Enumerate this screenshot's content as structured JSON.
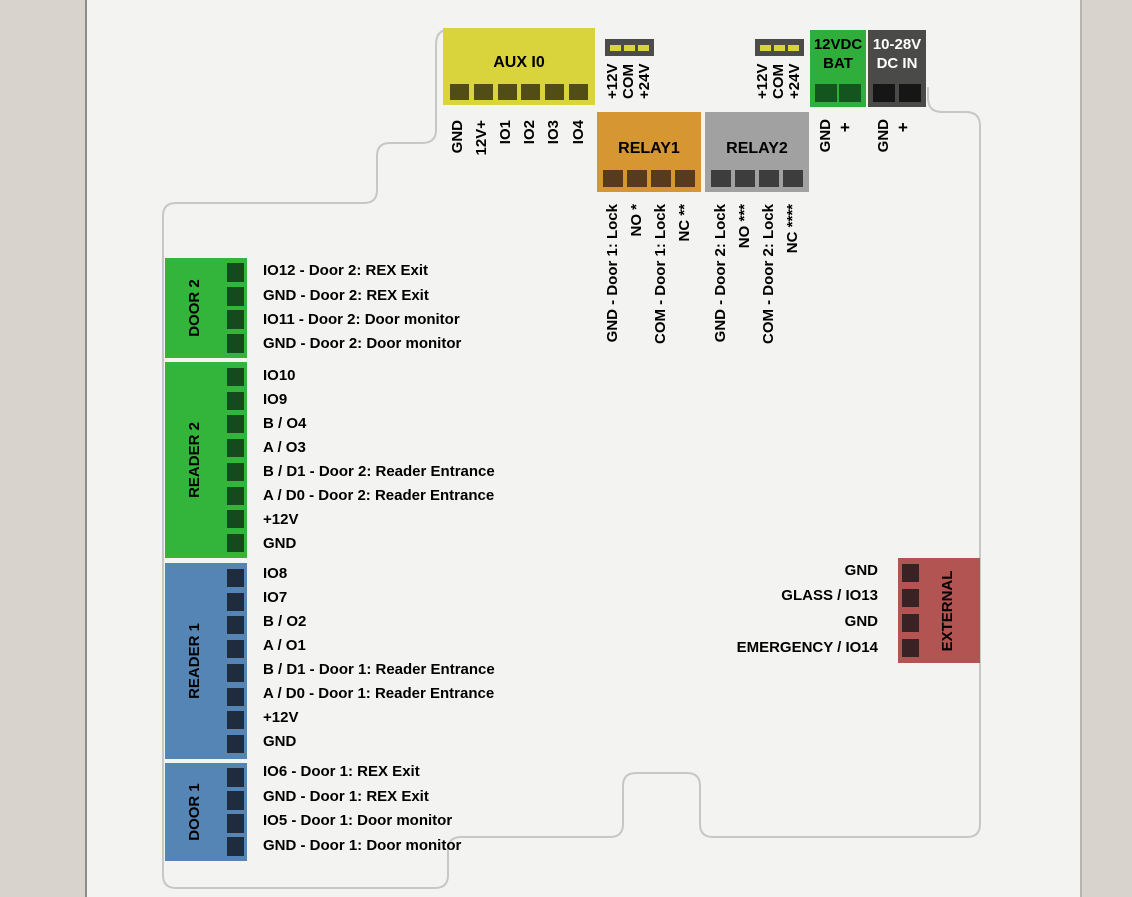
{
  "colors": {
    "desk_bg": "#d8d3cc",
    "page_bg": "#f3f3f1",
    "outline": "#c7c7c7",
    "aux": "#d9d43c",
    "aux_pin": "#514d15",
    "jumper_body": "#4b4b49",
    "jumper_pin": "#d9d43c",
    "relay1": "#d69733",
    "relay1_pin": "#573b1e",
    "relay2": "#a1a1a1",
    "relay2_pin": "#3d3d3d",
    "battery": "#2fae3c",
    "battery_pin": "#14551f",
    "dc_in": "#4a4a48",
    "dc_in_pin": "#161616",
    "green_block": "#33b53b",
    "green_pin": "#17491f",
    "blue_block": "#5585b5",
    "blue_pin": "#1e2c3e",
    "external": "#b25552",
    "external_pin": "#3a2124",
    "label_text": "#000000",
    "dc_in_text": "#ffffff"
  },
  "top": {
    "aux": {
      "title": "AUX I0",
      "pin_labels": [
        "GND",
        "12V+",
        "IO1",
        "IO2",
        "IO3",
        "IO4"
      ]
    },
    "jumper1": {
      "pin_labels": [
        "+12V",
        "COM",
        "+24V"
      ]
    },
    "jumper2": {
      "pin_labels": [
        "+12V",
        "COM",
        "+24V"
      ]
    },
    "relay1": {
      "title": "RELAY1",
      "pin_labels": [
        "GND - Door 1: Lock",
        "NO *",
        "COM - Door 1: Lock",
        "NC **"
      ]
    },
    "relay2": {
      "title": "RELAY2",
      "pin_labels": [
        "GND - Door 2: Lock",
        "NO ***",
        "COM - Door 2: Lock",
        "NC ****"
      ]
    },
    "battery": {
      "line1": "12VDC",
      "line2": "BAT",
      "pin_labels": [
        "GND",
        "+"
      ]
    },
    "dc_in": {
      "line1": "10-28V",
      "line2": "DC IN",
      "pin_labels": [
        "GND",
        "+"
      ]
    }
  },
  "left": {
    "door2": {
      "title": "DOOR 2",
      "pin_labels": [
        "IO12 - Door 2: REX Exit",
        "GND - Door 2: REX Exit",
        "IO11 - Door 2: Door monitor",
        "GND - Door 2: Door monitor"
      ]
    },
    "reader2": {
      "title": "READER 2",
      "pin_labels": [
        "IO10",
        "IO9",
        "B / O4",
        "A / O3",
        "B / D1 - Door 2: Reader Entrance",
        "A / D0 - Door 2: Reader Entrance",
        "+12V",
        "GND"
      ]
    },
    "reader1": {
      "title": "READER 1",
      "pin_labels": [
        "IO8",
        "IO7",
        "B / O2",
        "A / O1",
        "B / D1 - Door 1: Reader Entrance",
        "A / D0 - Door 1: Reader Entrance",
        "+12V",
        "GND"
      ]
    },
    "door1": {
      "title": "DOOR 1",
      "pin_labels": [
        "IO6 - Door 1: REX Exit",
        "GND - Door 1: REX Exit",
        "IO5 - Door 1: Door monitor",
        "GND - Door 1: Door monitor"
      ]
    }
  },
  "right": {
    "external": {
      "title": "EXTERNAL",
      "pin_labels": [
        "GND",
        "GLASS / IO13",
        "GND",
        "EMERGENCY / IO14"
      ]
    }
  }
}
